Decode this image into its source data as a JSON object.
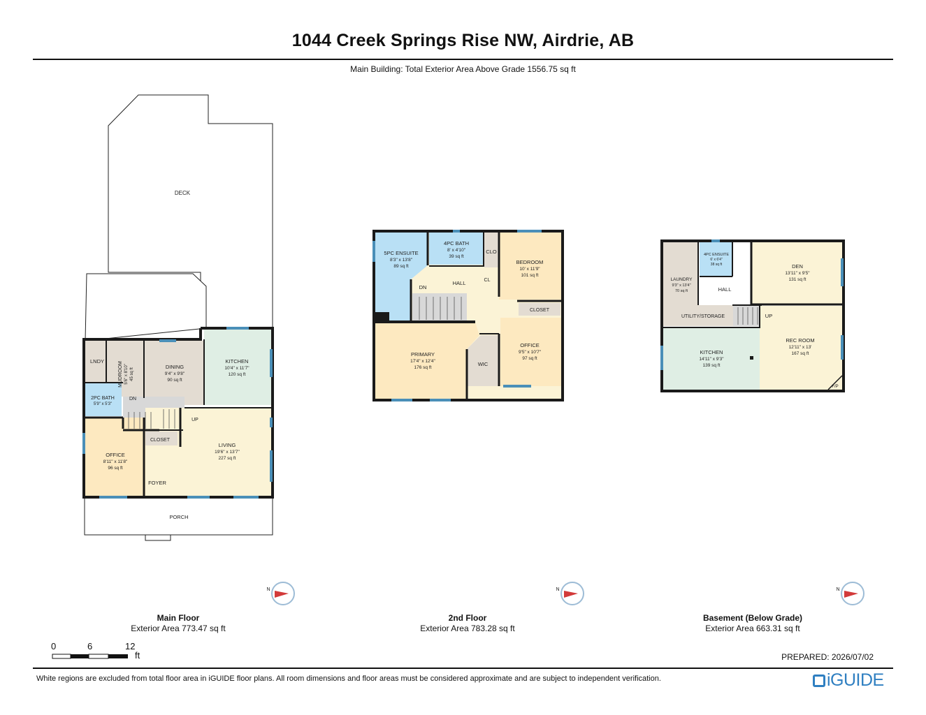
{
  "title": "1044 Creek Springs Rise NW, Airdrie, AB",
  "subtitle": "Main Building: Total Exterior Area Above Grade 1556.75 sq ft",
  "colors": {
    "wall": "#1a1a1a",
    "window": "#4a8fb8",
    "living": "#fbf3d6",
    "bedroom": "#fde9c0",
    "bath": "#b9e0f5",
    "kitchen": "#dfeee4",
    "hall": "#fbf3d6",
    "utility": "#e3dcd2",
    "stairs": "#d8d8d8",
    "logo": "#2f7fc1"
  },
  "floors": [
    {
      "name": "Main Floor",
      "area": "Exterior Area 773.47 sq ft",
      "rooms": {
        "deck": "DECK",
        "lndy": "LNDY",
        "mudroom": [
          "MUDROOM",
          "5'6\" x 8'10\"",
          "45 sq ft"
        ],
        "dining": [
          "DINING",
          "9'4\" x 9'8\"",
          "90 sq ft"
        ],
        "kitchen": [
          "KITCHEN",
          "10'4\" x 11'7\"",
          "120 sq ft"
        ],
        "bath2": [
          "2PC BATH",
          "5'9\" x 5'3\""
        ],
        "dn": "DN",
        "up": "UP",
        "closet": "CLOSET",
        "office": [
          "OFFICE",
          "8'11\" x 11'8\"",
          "96 sq ft"
        ],
        "living": [
          "LIVING",
          "19'6\" x 13'7\"",
          "227 sq ft"
        ],
        "foyer": "FOYER",
        "porch": "PORCH"
      }
    },
    {
      "name": "2nd Floor",
      "area": "Exterior Area 783.28 sq ft",
      "rooms": {
        "ensuite5": [
          "5PC ENSUITE",
          "8'3\" x 13'8\"",
          "89 sq ft"
        ],
        "bath4": [
          "4PC BATH",
          "8' x 4'10\"",
          "39 sq ft"
        ],
        "clo": "CLO",
        "bedroom": [
          "BEDROOM",
          "10' x 11'9\"",
          "101 sq ft"
        ],
        "hall": "HALL",
        "dn": "DN",
        "cl": "CL",
        "closet": "CLOSET",
        "primary": [
          "PRIMARY",
          "17'4\" x 12'4\"",
          "176 sq ft"
        ],
        "wic": "WIC",
        "office": [
          "OFFICE",
          "9'5\" x 10'7\"",
          "97 sq ft"
        ]
      }
    },
    {
      "name": "Basement (Below Grade)",
      "area": "Exterior Area 663.31 sq ft",
      "rooms": {
        "laundry": [
          "LAUNDRY",
          "9'3\" x 13'4\"",
          "70 sq ft"
        ],
        "ensuite4": [
          "4PC ENSUITE",
          "6' x 6'4\"",
          "38 sq ft"
        ],
        "hall": "HALL",
        "den": [
          "DEN",
          "13'11\" x 9'5\"",
          "131 sq ft"
        ],
        "utility": "UTILITY/STORAGE",
        "up": "UP",
        "kitchen": [
          "KITCHEN",
          "14'11\" x 9'3\"",
          "139 sq ft"
        ],
        "rec": [
          "REC ROOM",
          "12'11\" x 13'",
          "167 sq ft"
        ],
        "fp": "F/P"
      }
    }
  ],
  "compass_letter": "N",
  "scale": {
    "labels": [
      "0",
      "6",
      "12"
    ],
    "unit": "ft"
  },
  "prepared": "PREPARED: 2026/07/02",
  "disclaimer": "White regions are excluded from total floor area in iGUIDE floor plans. All room dimensions and floor areas must be considered approximate and are subject to independent verification.",
  "logo": "iGUIDE"
}
